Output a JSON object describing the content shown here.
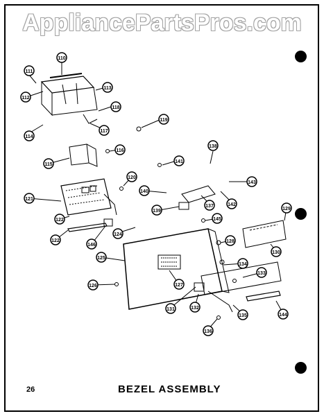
{
  "watermark": "AppliancePartsPros.com",
  "page_number": "26",
  "page_title": "BEZEL ASSEMBLY",
  "callouts": [
    "110",
    "111",
    "112",
    "113",
    "118",
    "114",
    "117",
    "119",
    "116",
    "115",
    "138",
    "141",
    "120",
    "143",
    "121",
    "140",
    "137",
    "142",
    "139",
    "129",
    "145",
    "122",
    "124",
    "122",
    "146",
    "128",
    "130",
    "125",
    "134",
    "133",
    "126",
    "127",
    "131",
    "132",
    "135",
    "144",
    "136"
  ]
}
